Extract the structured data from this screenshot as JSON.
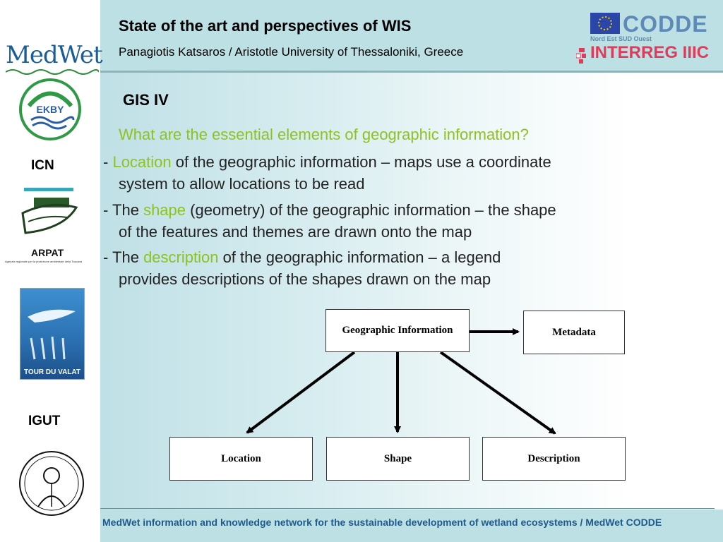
{
  "header": {
    "title": "State of the art and perspectives of WIS",
    "subtitle": "Panagiotis Katsaros / Aristotle University of Thessaloniki, Greece"
  },
  "logos": {
    "medwet": "MedWet",
    "ekby": "EKBY",
    "icn": "ICN",
    "arpat": "ARPAT",
    "arpat_sub": "Agenzia regionale per la protezione ambientale della Toscana",
    "tour_du_valat": "TOUR DU VALAT",
    "igut": "IGUT",
    "codde": "CODDE",
    "codde_sub": "Nord Est SUD Ouest",
    "interreg": "INTERREG IIIC"
  },
  "slide": {
    "section_title": "GIS IV",
    "question": "What are the essential elements of geographic information?",
    "bullets": [
      {
        "prefix": "- ",
        "highlight": "Location",
        "text": " of the geographic information – maps use a coordinate",
        "text2": "system to allow locations to be read"
      },
      {
        "prefix": "- The ",
        "highlight": "shape",
        "text": " (geometry) of the geographic information – the shape",
        "text2": "of the features and themes are drawn onto the map"
      },
      {
        "prefix": "- The ",
        "highlight": "description",
        "text": " of the geographic information – a legend",
        "text2": "provides descriptions of the shapes drawn on the map"
      }
    ]
  },
  "diagram": {
    "root": "Geographic Information",
    "metadata": "Metadata",
    "location": "Location",
    "shape": "Shape",
    "description": "Description"
  },
  "footer": {
    "text": "MedWet information and knowledge network for the sustainable development of wetland ecosystems / MedWet CODDE"
  },
  "colors": {
    "highlight": "#8dc21f",
    "header_band": "#bde0e5",
    "footer_text": "#1f5a8a"
  }
}
